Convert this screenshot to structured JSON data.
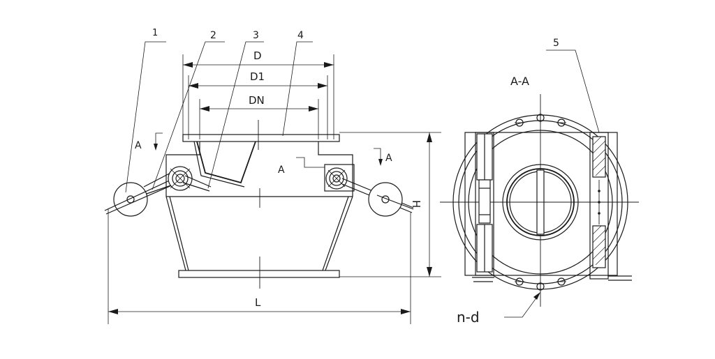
{
  "part_labels": {
    "p1": "1",
    "p2": "2",
    "p3": "3",
    "p4": "4",
    "p5": "5"
  },
  "dimensions": {
    "D": "D",
    "D1": "D1",
    "DN": "DN",
    "L": "L",
    "H": "H",
    "nd": "n-d"
  },
  "section": {
    "cut_left": "A",
    "cut_right": "A",
    "detail": "A",
    "view_title": "A-A"
  },
  "colors": {
    "line": "#1a1a1a",
    "background": "#ffffff"
  }
}
